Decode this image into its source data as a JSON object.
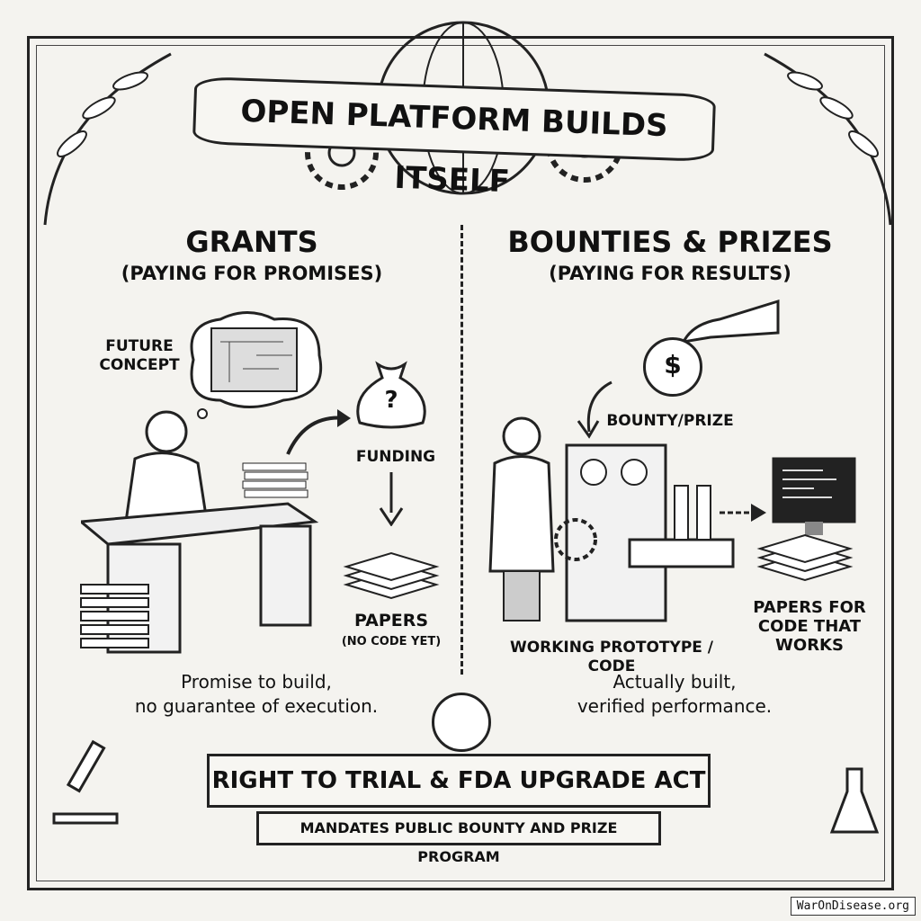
{
  "banner_title": "OPEN PLATFORM BUILDS ITSELF",
  "left": {
    "heading": "GRANTS",
    "subheading": "(PAYING FOR PROMISES)",
    "thought_label": "FUTURE CONCEPT",
    "bag_symbol": "?",
    "funding_label": "FUNDING",
    "papers_label": "PAPERS",
    "papers_note": "(NO CODE YET)",
    "caption_line1": "Promise to build,",
    "caption_line2": "no guarantee of execution."
  },
  "right": {
    "heading": "BOUNTIES & PRIZES",
    "subheading": "(PAYING FOR RESULTS)",
    "coin_symbol": "$",
    "bounty_label": "BOUNTY/PRIZE",
    "prototype_label": "WORKING PROTOTYPE / CODE",
    "papers_label_1": "PAPERS FOR",
    "papers_label_2": "CODE THAT",
    "papers_label_3": "WORKS",
    "caption_line1": "Actually built,",
    "caption_line2": "verified performance."
  },
  "footer": {
    "act_title": "RIGHT TO TRIAL & FDA UPGRADE ACT",
    "act_subtitle": "MANDATES PUBLIC BOUNTY AND PRIZE PROGRAM"
  },
  "watermark": "WarOnDisease.org"
}
